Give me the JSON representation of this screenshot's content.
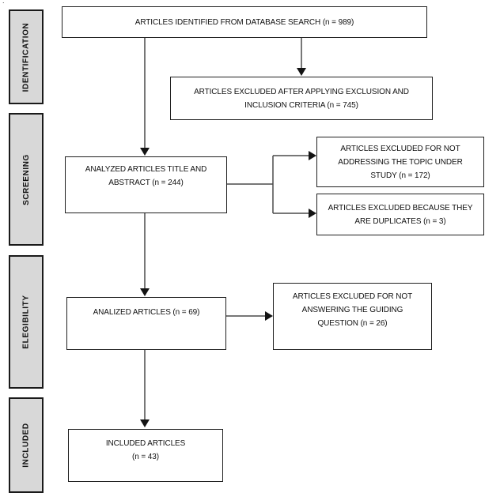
{
  "diagram": {
    "corner_mark": ".",
    "colors": {
      "background": "#ffffff",
      "stage_fill": "#d8d8d8",
      "box_border": "#1f1f1f",
      "connector_line": "#4a4a4a",
      "arrowhead": "#141414",
      "text": "#111111"
    },
    "stages": [
      {
        "label": "IDENTIFICATION"
      },
      {
        "label": "SCREENING"
      },
      {
        "label": "ELEGIBILITY"
      },
      {
        "label": "INCLUDED"
      }
    ],
    "nodes": {
      "identified": {
        "label": "ARTICLES IDENTIFIED FROM DATABASE SEARCH (n = 989)",
        "n": 989
      },
      "excluded_criteria": {
        "label": "ARTICLES EXCLUDED AFTER APPLYING EXCLUSION AND\nINCLUSION CRITERIA (n = 745)",
        "n": 745
      },
      "analyzed_title_abstract": {
        "label": "ANALYZED ARTICLES TITLE AND\nABSTRACT (n = 244)",
        "n": 244
      },
      "excluded_topic": {
        "label": "ARTICLES EXCLUDED FOR NOT\nADDRESSING THE TOPIC UNDER\nSTUDY (n = 172)",
        "n": 172
      },
      "excluded_duplicates": {
        "label": "ARTICLES EXCLUDED BECAUSE THEY\nARE DUPLICATES (n = 3)",
        "n": 3
      },
      "analized_articles": {
        "label": "ANALIZED ARTICLES (n = 69)",
        "n": 69
      },
      "excluded_guiding": {
        "label": "ARTICLES EXCLUDED FOR NOT\nANSWERING THE GUIDING\nQUESTION (n = 26)",
        "n": 26
      },
      "included_articles": {
        "label": "INCLUDED ARTICLES\n(n = 43)",
        "n": 43
      }
    }
  }
}
